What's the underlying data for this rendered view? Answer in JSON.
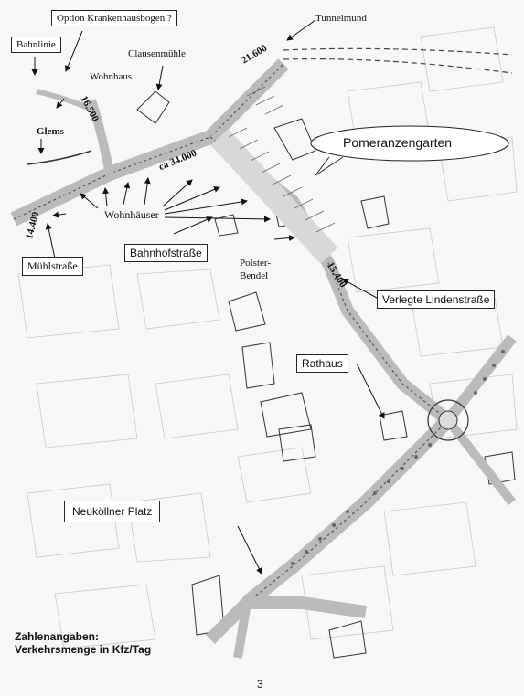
{
  "labels": {
    "option_krankenhausbogen": "Option Krankenhausbogen ?",
    "tunnelmund": "Tunnelmund",
    "bahnlinie": "Bahnlinie",
    "clausenmuehle": "Clausenmühle",
    "wohnhaus": "Wohnhaus",
    "glems": "Glems",
    "pomeranzengarten": "Pomeranzengarten",
    "wohnhaeuser": "Wohnhäuser",
    "bahnhofstrasse": "Bahnhofstraße",
    "muehlstrasse": "Mühlstraße",
    "polster_bendel_1": "Polster-",
    "polster_bendel_2": "Bendel",
    "verlegte_lindenstrasse": "Verlegte Lindenstraße",
    "rathaus": "Rathaus",
    "neukoellner_platz": "Neuköllner Platz"
  },
  "traffic_volumes": {
    "v16500": "16.500",
    "v21600": "21.600",
    "v34000": "ca 34.000",
    "v14400": "14.400",
    "v15400": "15.400"
  },
  "legend": {
    "line1": "Zahlenangaben:",
    "line2": "Verkehrsmenge in Kfz/Tag"
  },
  "page_number": "3"
}
